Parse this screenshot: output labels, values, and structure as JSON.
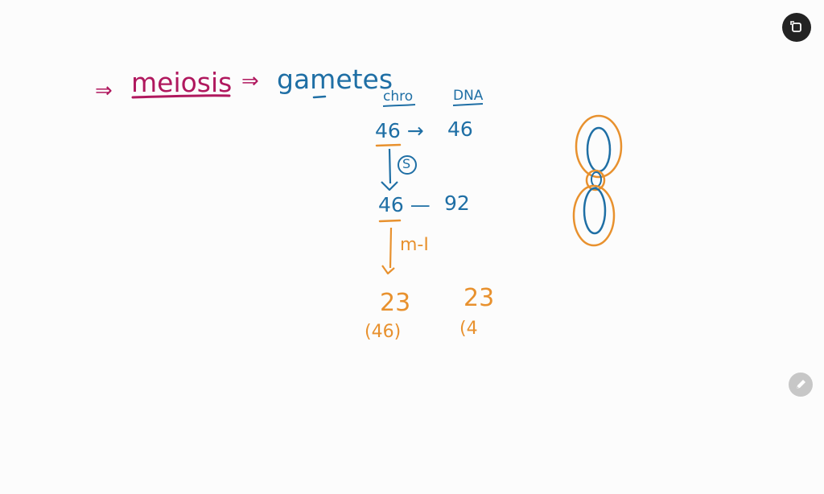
{
  "whiteboard": {
    "heading": {
      "arrow_before": "⇒",
      "term": "meiosis",
      "arrow_after": "⇒",
      "result": "gametes"
    },
    "column_headers": {
      "left": "chro",
      "right": "DNA"
    },
    "rows": {
      "before_s": {
        "chromosomes": "46",
        "arrow": "→",
        "dna": "46"
      },
      "after_s": {
        "chromosomes": "46",
        "dash": "—",
        "dna": "92"
      },
      "after_m1_values": {
        "left": "23",
        "right": "23"
      },
      "after_m1_brackets": {
        "left": "(46)",
        "right": "(4"
      }
    },
    "phases": {
      "s_phase": "S",
      "meiosis_one": "m-I"
    }
  },
  "controls": {
    "expand_icon": "expand-icon",
    "pencil_icon": "pencil-icon"
  },
  "colors": {
    "magenta": "#b0185e",
    "blue": "#1f6fa5",
    "orange": "#e8912e",
    "background": "#fcfcfc"
  }
}
